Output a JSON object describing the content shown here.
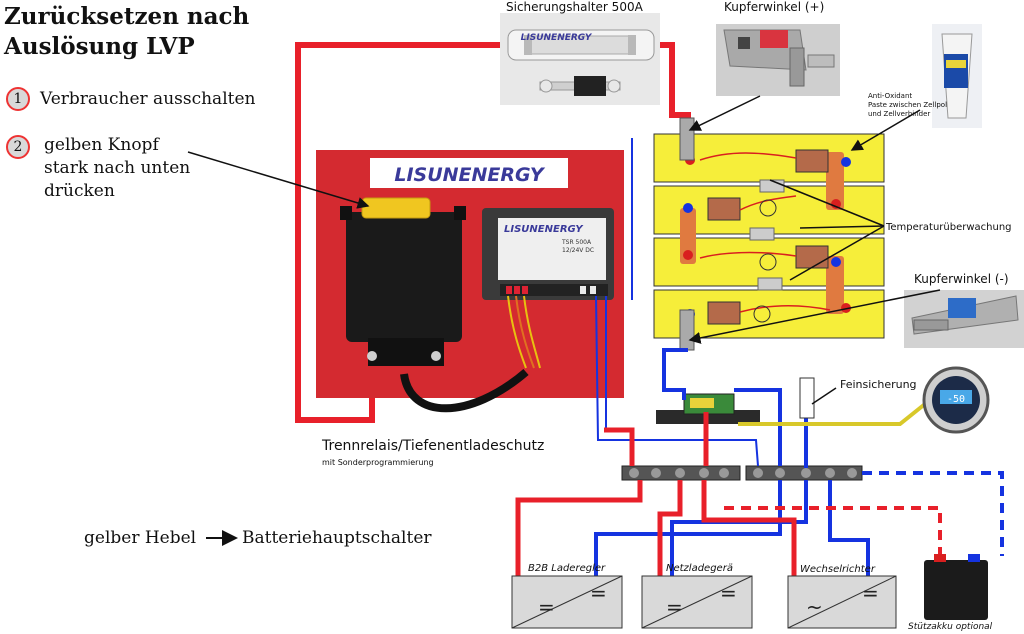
{
  "title_line1": "Zurücksetzen nach",
  "title_line2": "Auslösung LVP",
  "steps": [
    {
      "num": "1",
      "text": "Verbraucher ausschalten"
    },
    {
      "num": "2",
      "line1": "gelben Knopf",
      "line2": "stark nach unten",
      "line3": "drücken"
    }
  ],
  "panel_logo": "LISUNENERGY",
  "tsr_logo": "LISUNENERGY",
  "tsr_text1": "TSR 500A",
  "tsr_text2": "12/24V DC",
  "fuse_logo": "LISUNENERGY",
  "labels": {
    "fuse_holder": "Sicherungshalter 500A",
    "copper_plus": "Kupferwinkel (+)",
    "copper_minus": "Kupferwinkel (-)",
    "anti_oxidant_1": "Anti-Oxidant",
    "anti_oxidant_2": "Paste zwischen Zellpol",
    "anti_oxidant_3": "und Zellverbinder",
    "temperature": "Temperaturüberwachung",
    "fine_fuse": "Feinsicherung",
    "relay": "Trennrelais/Tiefenentladeschutz",
    "relay_sub": "mit Sonderprogrammierung",
    "lever_left": "gelber Hebel",
    "lever_right": "Batteriehauptschalter",
    "b2b": "B2B Laderegler",
    "netz": "Netzladegerä",
    "wechsel": "Wechselrichter",
    "stuetz": "Stützakku optional",
    "monitor_reading": "-50"
  },
  "devices": [
    {
      "symbol_a": "=",
      "symbol_b": "="
    },
    {
      "symbol_a": "=",
      "symbol_b": "="
    },
    {
      "symbol_a": "~",
      "symbol_b": "="
    }
  ],
  "colors": {
    "wire_red": "#e8202a",
    "wire_blue": "#1533e0",
    "wire_black": "#111111",
    "wire_yellow": "#d8c82a",
    "cell_yellow": "#f6ee3a",
    "panel_red": "#d42a30",
    "copper": "#e07a40"
  }
}
